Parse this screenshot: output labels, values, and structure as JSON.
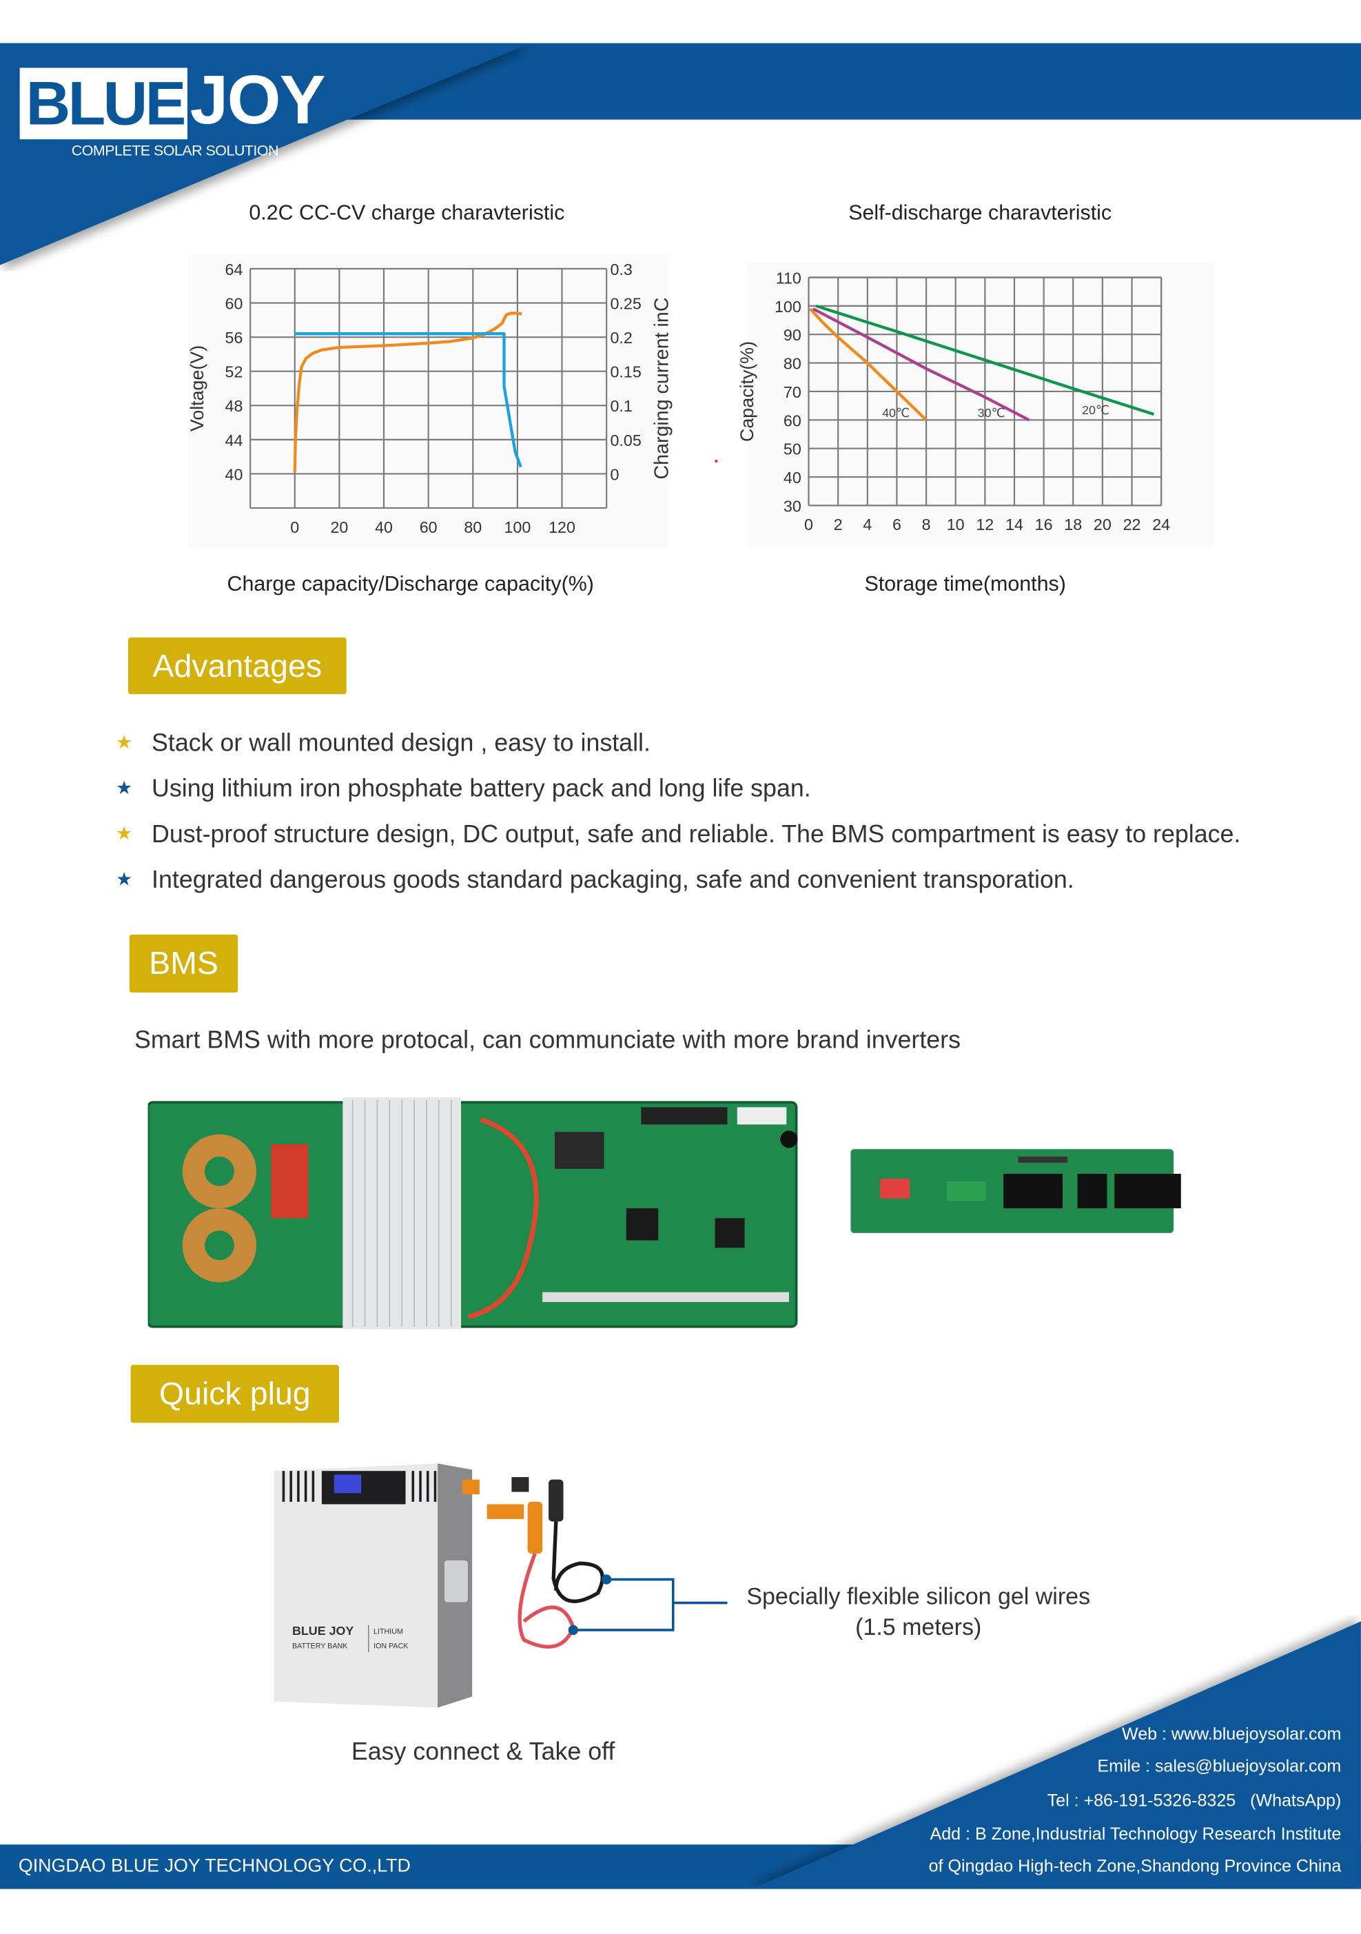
{
  "header": {
    "brand_left": "BLUE",
    "brand_right": "JOY",
    "tagline": "COMPLETE SOLAR SOLUTION"
  },
  "chart_data": [
    {
      "type": "line",
      "title": "0.2C CC-CV charge charavteristic",
      "xlabel": "Charge capacity/Discharge capacity(%)",
      "ylabel": "Voltage(V)",
      "y2label": "Charging current inC",
      "xlim": [
        -20,
        140
      ],
      "ylim": [
        36,
        64
      ],
      "y2lim": [
        -0.05,
        0.3
      ],
      "xticks": [
        "0",
        "20",
        "40",
        "60",
        "80",
        "100",
        "120"
      ],
      "xtick_values": [
        0,
        20,
        40,
        60,
        80,
        100,
        120
      ],
      "yticks": [
        "64",
        "60",
        "56",
        "52",
        "48",
        "44",
        "40"
      ],
      "ytick_values": [
        64,
        60,
        56,
        52,
        48,
        44,
        40
      ],
      "y2ticks": [
        "0.3",
        "0.25",
        "0.2",
        "0.15",
        "0.1",
        "0.05",
        "0"
      ],
      "y2tick_values": [
        0.3,
        0.25,
        0.2,
        0.15,
        0.1,
        0.05,
        0
      ],
      "grid": true,
      "series": [
        {
          "name": "Voltage",
          "axis": "left",
          "color": "#f08a1c",
          "x": [
            0,
            0.3,
            1,
            2,
            3,
            5,
            8,
            12,
            20,
            40,
            60,
            70,
            80,
            85,
            90,
            93,
            95,
            97,
            100,
            102
          ],
          "y": [
            40.2,
            44,
            47.5,
            50.5,
            52.5,
            53.5,
            54.1,
            54.5,
            54.8,
            55,
            55.3,
            55.5,
            55.9,
            56.3,
            57,
            57.6,
            58.6,
            58.8,
            58.8,
            58.7
          ]
        },
        {
          "name": "Charging current",
          "axis": "right",
          "color": "#1aa3e0",
          "x": [
            0,
            94,
            94,
            97,
            99,
            101.5
          ],
          "y": [
            0.205,
            0.205,
            0.128,
            0.07,
            0.032,
            0.01
          ]
        }
      ]
    },
    {
      "type": "line",
      "title": "Self-discharge charavteristic",
      "xlabel": "Storage time(months)",
      "ylabel": "Capacity(%)",
      "xlim": [
        0,
        24
      ],
      "ylim": [
        30,
        110
      ],
      "xticks": [
        "0",
        "2",
        "4",
        "6",
        "8",
        "10",
        "12",
        "14",
        "16",
        "18",
        "20",
        "22",
        "24"
      ],
      "xtick_values": [
        0,
        2,
        4,
        6,
        8,
        10,
        12,
        14,
        16,
        18,
        20,
        22,
        24
      ],
      "yticks": [
        "110",
        "100",
        "90",
        "80",
        "70",
        "60",
        "50",
        "40",
        "30"
      ],
      "ytick_values": [
        110,
        100,
        90,
        80,
        70,
        60,
        50,
        40,
        30
      ],
      "grid": true,
      "series": [
        {
          "name": "40℃",
          "color": "#f08a1c",
          "x": [
            0.1,
            1,
            2,
            4,
            6,
            8
          ],
          "y": [
            99,
            94,
            89,
            80,
            70,
            60
          ],
          "label_at": [
            5,
            61
          ]
        },
        {
          "name": "30℃",
          "color": "#a8418f",
          "x": [
            0.3,
            4,
            8,
            12,
            15
          ],
          "y": [
            99,
            89,
            78,
            68,
            60
          ],
          "label_at": [
            11.5,
            61
          ]
        },
        {
          "name": "20℃",
          "color": "#10964a",
          "x": [
            0.5,
            6,
            12,
            18,
            23.5
          ],
          "y": [
            100,
            91,
            81,
            71,
            62
          ],
          "label_at": [
            18.6,
            62
          ]
        }
      ]
    }
  ],
  "advantages": {
    "title": "Advantages",
    "items": [
      {
        "text": "Stack or wall mounted design , easy to install.",
        "icon": "star",
        "color": "#e3b414"
      },
      {
        "text": "Using lithium iron phosphate battery pack and long life span.",
        "icon": "star",
        "color": "#0b5699"
      },
      {
        "text": "Dust-proof structure design, DC output, safe and reliable. The BMS compartment is easy to replace.",
        "icon": "star",
        "color": "#e3b414"
      },
      {
        "text": "Integrated dangerous goods standard packaging, safe and convenient transporation.",
        "icon": "star",
        "color": "#0b5699"
      }
    ]
  },
  "bms": {
    "title": "BMS",
    "description": "Smart BMS with more protocal, can communciate with more brand inverters"
  },
  "quick_plug": {
    "title": "Quick plug",
    "wire_label_1": "Specially flexible silicon gel wires",
    "wire_label_2": "(1.5 meters)",
    "caption": "Easy connect & Take off",
    "battery_brand": "BLUE JOY",
    "battery_sub1": "LITHIUM",
    "battery_sub2": "BATTERY BANK",
    "battery_sub3": "ION PACK"
  },
  "footer": {
    "company": "QINGDAO BLUE JOY TECHNOLOGY CO.,LTD",
    "web": "Web : www.bluejoysolar.com",
    "email": "Emile : sales@bluejoysolar.com",
    "tel": "Tel : +86-191-5326-8325   (WhatsApp)",
    "address1": "Add : B Zone,Industrial Technology Research Institute",
    "address2": "of Qingdao High-tech Zone,Shandong Province China"
  },
  "colors": {
    "brand_blue": "#0b5699",
    "badge_gold": "#d3b10a"
  }
}
